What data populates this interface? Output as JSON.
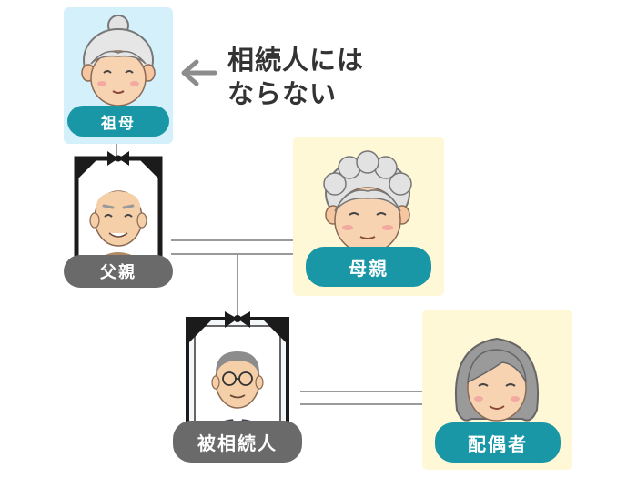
{
  "colors": {
    "teal": "#1a97a6",
    "gray_label": "#6a6a6a",
    "grandmother_bg": "#d3f0fb",
    "yellow_bg": "#fff8d6",
    "line": "#9a9a9a"
  },
  "people": {
    "grandmother": {
      "label": "祖母"
    },
    "father": {
      "label": "父親"
    },
    "mother": {
      "label": "母親"
    },
    "decedent": {
      "label": "被相続人"
    },
    "spouse": {
      "label": "配偶者"
    }
  },
  "note": {
    "line1": "相続人には",
    "line2": "ならない"
  },
  "icons": [
    "arrow-left-icon",
    "mourning-ribbon-icon"
  ]
}
